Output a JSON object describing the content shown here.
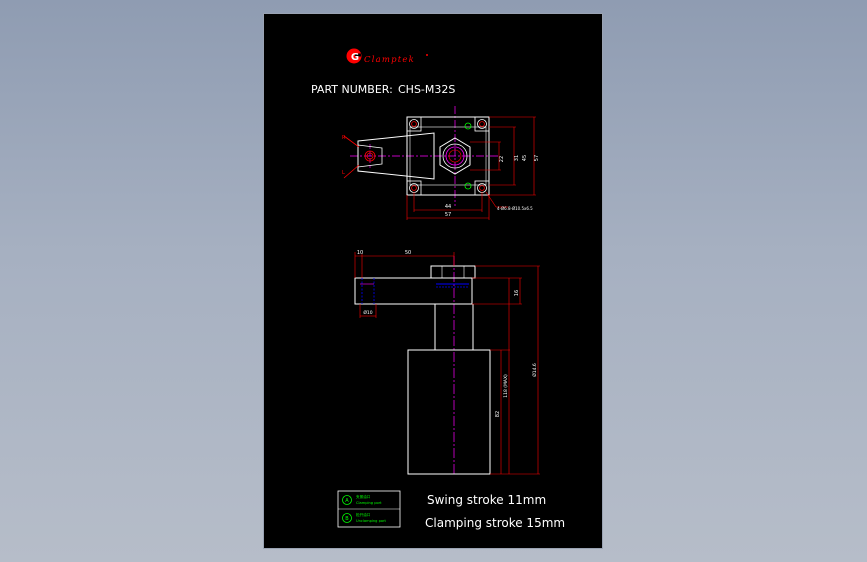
{
  "drawing": {
    "logo_text": "Clamptek",
    "logo_letter": "G",
    "part_number_label": "PART NUMBER:",
    "part_number_value": "CHS-M32S",
    "notes": {
      "swing_stroke": "Swing stroke 11mm",
      "clamping_stroke": "Clamping stroke 15mm"
    },
    "legend": [
      {
        "symbol": "A",
        "line1": "夹紧油口",
        "line2": "Clamping port"
      },
      {
        "symbol": "B",
        "line1": "松开油口",
        "line2": "Unclamping port"
      }
    ],
    "top_view": {
      "label_r": "R",
      "label_l": "L",
      "dims": {
        "d44": "44",
        "d57": "57",
        "d22": "22",
        "d31": "31",
        "d45": "45",
        "d57v": "57",
        "holes": "4-Ø6.8-Ø10.5x6.5"
      }
    },
    "side_view": {
      "dims": {
        "d10": "10",
        "d50": "50",
        "d16": "16",
        "d118": "118 (MAX)",
        "d140": "Ø14.6",
        "d82": "82",
        "d10b": "Ø10"
      }
    }
  },
  "colors": {
    "background": "#000000",
    "outline": "#ffffff",
    "dimension": "#ff0000",
    "centerline": "#ff00ff",
    "hidden": "#0000ff",
    "port": "#00ff00",
    "logo": "#ff0000"
  }
}
